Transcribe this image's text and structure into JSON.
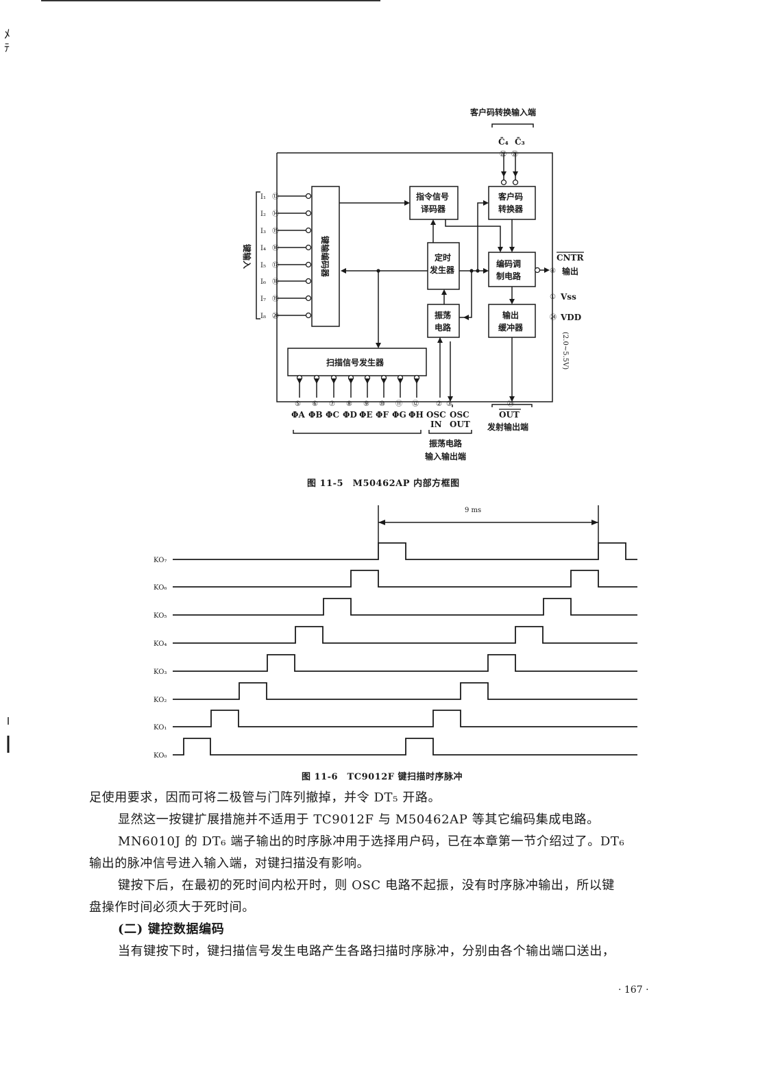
{
  "margin_marks": [
    "ﾒ",
    "ﾃ"
  ],
  "figure_11_5": {
    "caption": "图 11-5　M50462AP 内部方框图",
    "top_label": "客户码转换输入端",
    "c4": "C̄₄",
    "c3": "C̄₃",
    "keys_label": "键输入",
    "key_inputs": [
      "I₁",
      "I₂",
      "I₃",
      "I₄",
      "I₅",
      "I₆",
      "I₇",
      "I₈"
    ],
    "key_pins": [
      "⑬",
      "⑭",
      "⑮",
      "⑯",
      "⑰",
      "⑱",
      "⑲",
      "⑳"
    ],
    "blocks": {
      "encoder": "键输编码器",
      "cmd_decoder_1": "指令信号",
      "cmd_decoder_2": "译码器",
      "customer_conv_1": "客户码",
      "customer_conv_2": "转换器",
      "timing_1": "定时",
      "timing_2": "发生器",
      "modulator_1": "编码调",
      "modulator_2": "制电路",
      "oscillator_1": "振荡",
      "oscillator_2": "电路",
      "buffer_1": "输出",
      "buffer_2": "缓冲器",
      "scan_gen": "扫描信号发生器"
    },
    "right_pins": {
      "cntr_top": "CNTR",
      "cntr_bottom": "输出",
      "cntr_pin": "④",
      "vss_pin": "①",
      "vss": "Vss",
      "vdd_pin": "㉔",
      "vdd": "VDD",
      "voltage": "(2.0~5.5V)"
    },
    "c_pins": [
      "㉒",
      "㉑"
    ],
    "scan_pins": [
      "⑤",
      "⑥",
      "⑦",
      "⑧",
      "⑨",
      "⑩",
      "⑪",
      "⑫"
    ],
    "scan_labels": [
      "ΦA",
      "ΦB",
      "ΦC",
      "ΦD",
      "ΦE",
      "ΦF",
      "ΦG",
      "ΦH"
    ],
    "osc_pins": [
      "②",
      "③"
    ],
    "osc_in": [
      "OSC",
      "IN"
    ],
    "osc_out": [
      "OSC",
      "OUT"
    ],
    "osc_label_1": "振荡电路",
    "osc_label_2": "输入输出端",
    "out_pin": "㉓",
    "out_label": "OUT",
    "out_desc": "发射输出端"
  },
  "figure_11_6": {
    "caption": "图 11-6　TC9012F 键扫描时序脉冲",
    "period_label": "9 ms",
    "signals": [
      "KO₇",
      "KO₆",
      "KO₅",
      "KO₄",
      "KO₃",
      "KO₂",
      "KO₁",
      "KO₀"
    ]
  },
  "body": {
    "p1": "足使用要求，因而可将二极管与门阵列撤掉，并令 DT₅ 开路。",
    "p2": "显然这一按键扩展措施并不适用于 TC9012F 与 M50462AP 等其它编码集成电路。",
    "p3a": "MN6010J 的 DT₆ 端子输出的时序脉冲用于选择用户码，已在本章第一节介绍过了。DT₆",
    "p3b": "输出的脉冲信号进入输入端，对键扫描没有影响。",
    "p4a": "键按下后，在最初的死时间内松开时，则 OSC 电路不起振，没有时序脉冲输出，所以键",
    "p4b": "盘操作时间必须大于死时间。",
    "heading": "(二)  键控数据编码",
    "p5": "当有键按下时，键扫描信号发生电路产生各路扫描时序脉冲，分别由各个输出端口送出，"
  },
  "page_number": "· 167 ·"
}
